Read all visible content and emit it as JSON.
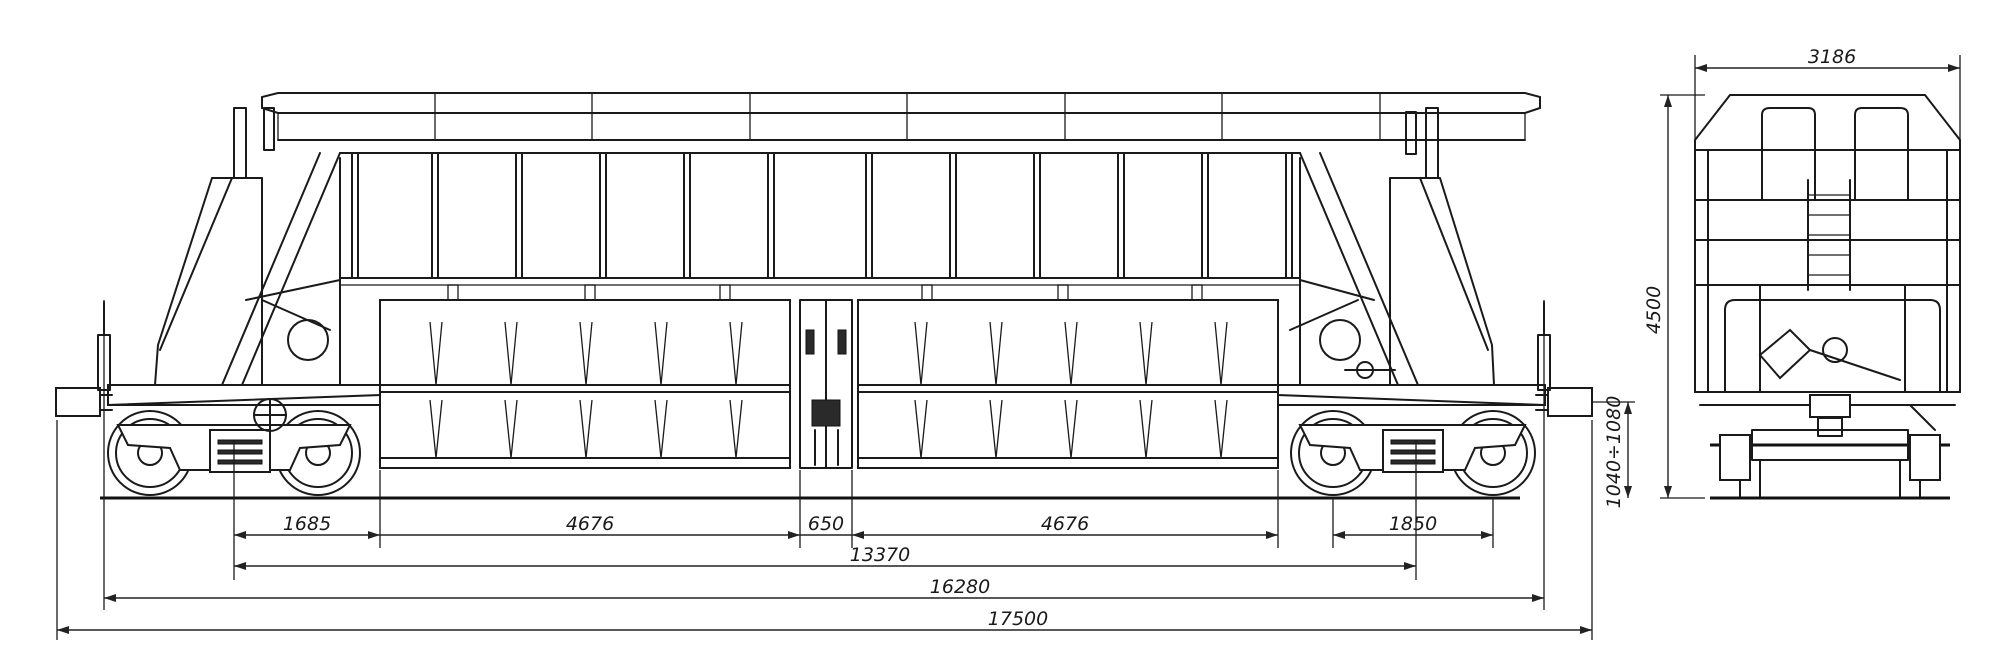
{
  "dimensions": {
    "bogie_wheelbase_left": "1685",
    "hopper_section_left": "4676",
    "center_gap": "650",
    "hopper_section_right": "4676",
    "bogie_wheelbase_right": "1850",
    "bogie_centers": "13370",
    "coupler_length": "16280",
    "overall_length": "17500",
    "end_width": "3186",
    "overall_height": "4500",
    "coupler_height": "1040÷1080"
  }
}
